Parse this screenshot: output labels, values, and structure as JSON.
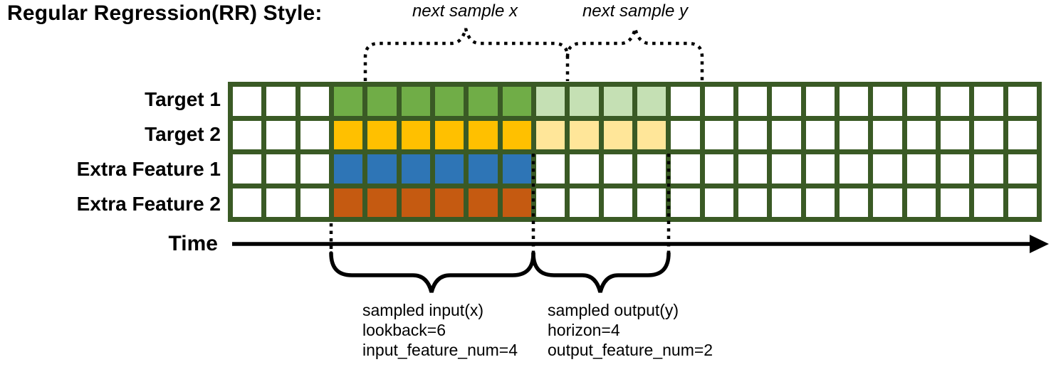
{
  "header": {
    "title": "Regular Regression(RR) Style:"
  },
  "colors": {
    "grid_line": "#3A5A25",
    "annotation": "#000000",
    "target1": "#70AD47",
    "target1_light": "#C5E0B4",
    "target2": "#FFC000",
    "target2_light": "#FFE699",
    "extra_feature1": "#2E75B6",
    "extra_feature2": "#C55A11"
  },
  "grid": {
    "columns": 24,
    "input_start_col": 3,
    "lookback": 6,
    "horizon": 4,
    "rows": [
      {
        "label": "Target 1",
        "kind": "target",
        "color": "#70AD47",
        "light_color": "#C5E0B4"
      },
      {
        "label": "Target 2",
        "kind": "target",
        "color": "#FFC000",
        "light_color": "#FFE699"
      },
      {
        "label": "Extra Feature 1",
        "kind": "extra",
        "color": "#2E75B6",
        "light_color": null
      },
      {
        "label": "Extra Feature 2",
        "kind": "extra",
        "color": "#C55A11",
        "light_color": null
      }
    ]
  },
  "annotations": {
    "next_sample_x": "next sample x",
    "next_sample_y": "next sample y",
    "time_label": "Time",
    "input_block": {
      "lines": [
        "sampled input(x)",
        "lookback=6",
        "input_feature_num=4"
      ]
    },
    "output_block": {
      "lines": [
        "sampled output(y)",
        "horizon=4",
        "output_feature_num=2"
      ]
    }
  }
}
